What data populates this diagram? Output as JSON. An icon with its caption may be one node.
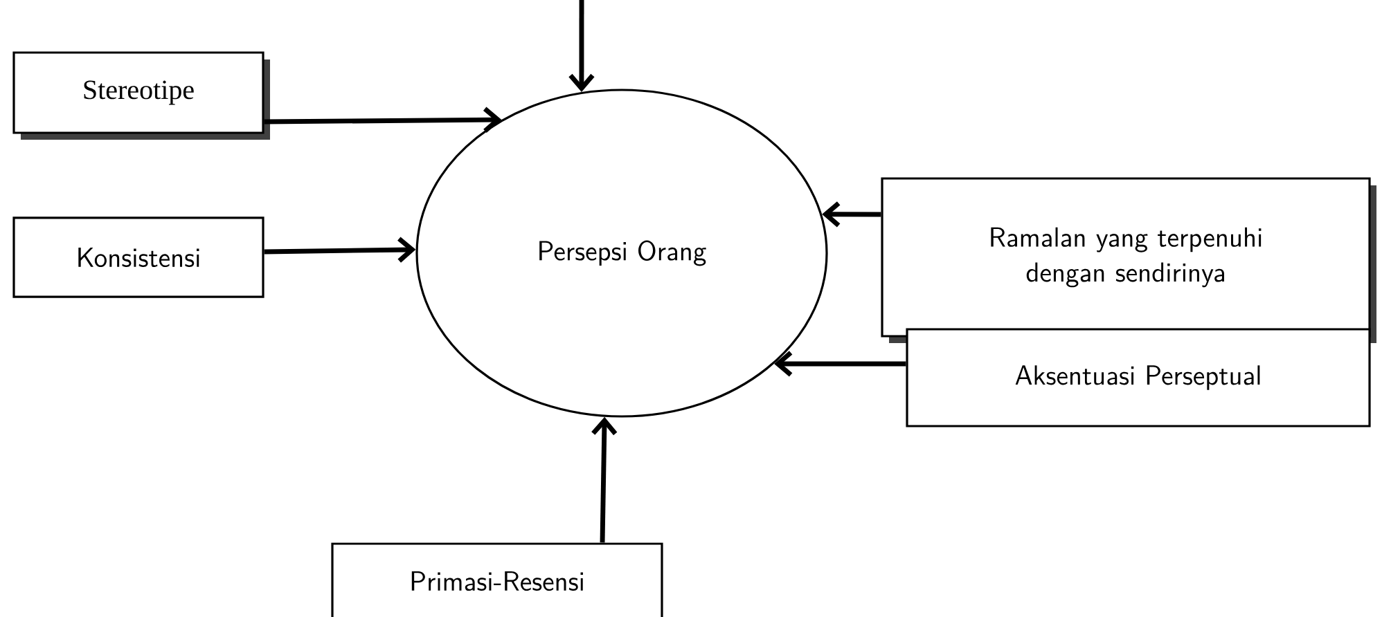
{
  "diagram": {
    "nodes": [
      {
        "text": [
          "Stereotipe"
        ]
      },
      {
        "text": [
          "Konsistensi"
        ]
      },
      {
        "text": [
          "Persepsi Orang"
        ]
      },
      {
        "text": [
          "Ramalan yang terpenuhi dengan sendirinya"
        ]
      },
      {
        "text": [
          "Aksentuasi Perseptual"
        ]
      },
      {
        "text": [
          "Primasi-Resensi"
        ]
      }
    ],
    "edges": [
      {
        "from": null,
        "to": 2,
        "arrow": "to"
      },
      {
        "from": 0,
        "to": 2,
        "arrow": "to"
      },
      {
        "from": 1,
        "to": 2,
        "arrow": "to"
      },
      {
        "from": 3,
        "to": 2,
        "arrow": "to"
      },
      {
        "from": 4,
        "to": 2,
        "arrow": "to"
      },
      {
        "from": 5,
        "to": 2,
        "arrow": "to"
      }
    ]
  }
}
